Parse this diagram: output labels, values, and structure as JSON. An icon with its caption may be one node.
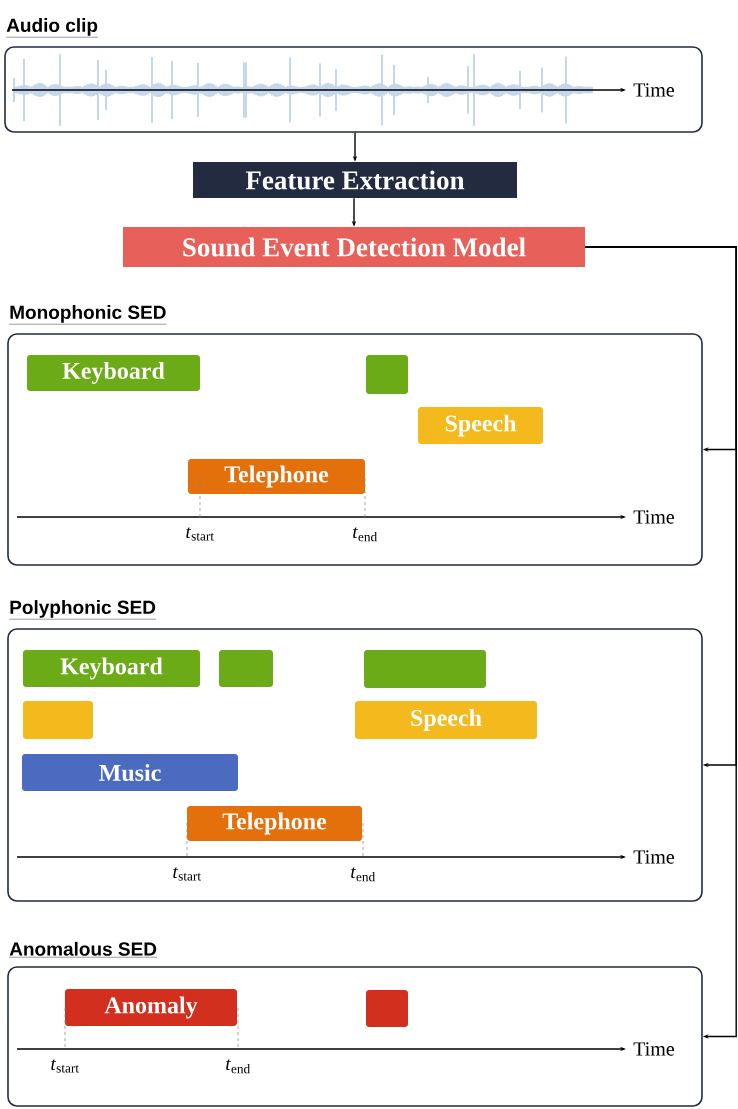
{
  "diagram": {
    "nodes": [
      {
        "text": [
          "Audio clip",
          "Time"
        ]
      },
      {
        "text": [
          "Feature Extraction"
        ]
      },
      {
        "text": [
          "Sound Event Detection Model"
        ]
      },
      {
        "text": [
          "Monophonic SED",
          "Time"
        ]
      },
      {
        "text": [
          "Keyboard"
        ],
        "in": 3
      },
      {
        "text": [],
        "shape": "box",
        "in": 3
      },
      {
        "text": [
          "Speech"
        ],
        "in": 3
      },
      {
        "text": [
          "Telephone"
        ],
        "in": 3
      },
      {
        "text": [
          "Polyphonic SED",
          "Time"
        ]
      },
      {
        "text": [
          "Keyboard"
        ],
        "in": 8
      },
      {
        "text": [],
        "shape": "box",
        "in": 8
      },
      {
        "text": [],
        "shape": "box",
        "in": 8
      },
      {
        "text": [],
        "shape": "box",
        "in": 8
      },
      {
        "text": [
          "Speech"
        ],
        "in": 8
      },
      {
        "text": [
          "Music"
        ],
        "in": 8
      },
      {
        "text": [
          "Telephone"
        ],
        "in": 8
      },
      {
        "text": [
          "Anomalous SED",
          "Time"
        ]
      },
      {
        "text": [
          "Anomaly"
        ],
        "in": 16
      },
      {
        "text": [],
        "shape": "box",
        "in": 16
      }
    ],
    "edges": [
      {
        "from": 0,
        "to": 1,
        "arrow": "to"
      },
      {
        "from": 1,
        "to": 2,
        "arrow": "to"
      },
      {
        "from": 2,
        "to": 3,
        "arrow": "to"
      },
      {
        "from": 2,
        "to": 8,
        "arrow": "to"
      },
      {
        "from": 2,
        "to": 16,
        "arrow": "to"
      }
    ],
    "labels": [
      "*t*$_{start}$",
      "*t*$_{end}$",
      "*t*$_{start}$",
      "*t*$_{end}$",
      "*t*$_{start}$",
      "*t*$_{end}$"
    ]
  }
}
